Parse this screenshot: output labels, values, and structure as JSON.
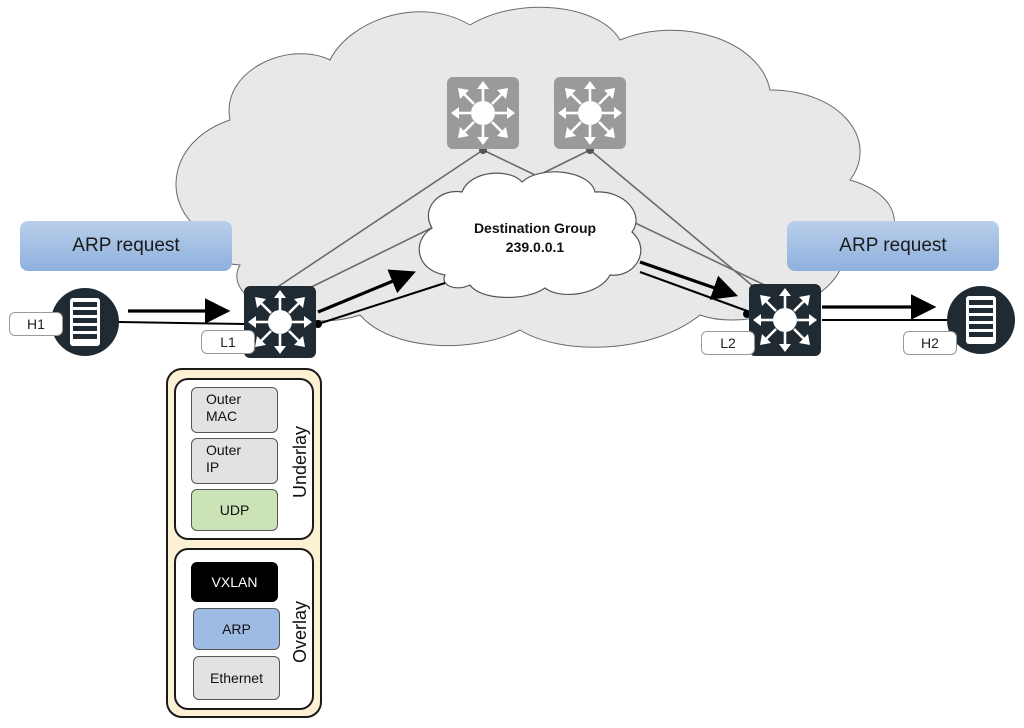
{
  "banners": {
    "left": "ARP request",
    "right": "ARP request"
  },
  "hosts": {
    "h1": "H1",
    "h2": "H2"
  },
  "switches": {
    "l1": "L1",
    "l2": "L2"
  },
  "destination_group": {
    "title": "Destination Group",
    "address": "239.0.0.1"
  },
  "packet": {
    "underlay_label": "Underlay",
    "overlay_label": "Overlay",
    "underlay": [
      {
        "line1": "Outer",
        "line2": "MAC"
      },
      {
        "line1": "Outer",
        "line2": "IP"
      },
      {
        "label": "UDP"
      }
    ],
    "overlay": [
      {
        "label": "VXLAN"
      },
      {
        "label": "ARP"
      },
      {
        "label": "Ethernet"
      }
    ]
  },
  "colors": {
    "banner": "#9ebbe4",
    "cloud_fill": "#e8e8e8",
    "spine": "#9a9a9a",
    "leaf": "#1f2a33",
    "udp": "#cbe3b6",
    "vxlan": "#000000",
    "arp": "#9ebbe4",
    "stack_bg": "#fdf1d3"
  }
}
